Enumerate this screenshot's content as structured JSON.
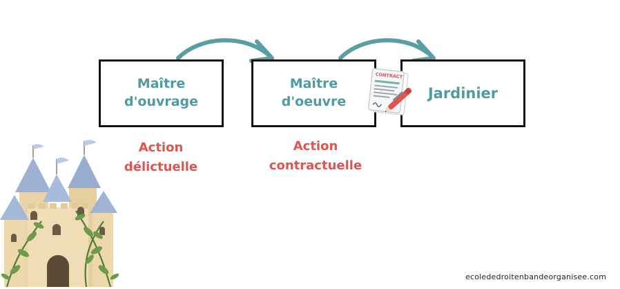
{
  "nodes": [
    {
      "id": "maitre-ouvrage",
      "label": "Maître\nd'ouvrage"
    },
    {
      "id": "maitre-oeuvre",
      "label": "Maître\nd'oeuvre"
    },
    {
      "id": "jardinier",
      "label": "Jardinier"
    }
  ],
  "relations": [
    {
      "label": "Action\ndélictuelle"
    },
    {
      "label": "Action\ncontractuelle"
    }
  ],
  "contract_icon": {
    "icon": "contract-document-pen-icon",
    "text": "CONTRACT"
  },
  "castle": {
    "icon": "castle-illustration-icon"
  },
  "footer": {
    "website": "ecolededroitenbandeorganisee.com"
  },
  "colors": {
    "node_text": "#4f9aa3",
    "relation_text": "#e0544f",
    "arrow": "#5a9ea4",
    "border": "#111111"
  }
}
